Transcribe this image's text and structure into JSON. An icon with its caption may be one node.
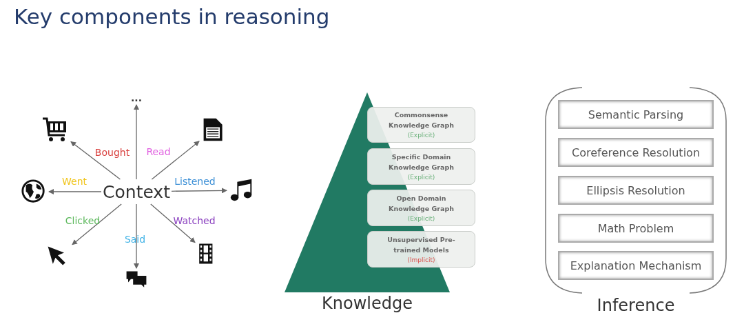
{
  "diagram": {
    "title": "Key components in reasoning",
    "nodes": [
      {
        "text": [
          "Context"
        ]
      },
      {
        "text": [
          "..."
        ]
      },
      {
        "text": [],
        "shape": "icon"
      },
      {
        "text": [],
        "shape": "icon"
      },
      {
        "text": [],
        "shape": "icon"
      },
      {
        "text": [],
        "shape": "icon"
      },
      {
        "text": [],
        "shape": "icon"
      },
      {
        "text": [],
        "shape": "icon"
      },
      {
        "text": [],
        "shape": "icon"
      },
      {
        "text": [
          "Knowledge"
        ]
      },
      {
        "text": [
          "Commonsense Knowledge Graph",
          "(Explicit)"
        ]
      },
      {
        "text": [
          "Specific Domain Knowledge Graph",
          "(Explicit)"
        ]
      },
      {
        "text": [
          "Open Domain Knowledge Graph",
          "(Explicit)"
        ]
      },
      {
        "text": [
          "Unsupervised Pre-trained Models",
          "(Implicit)"
        ]
      },
      {
        "text": [
          "Inference"
        ]
      },
      {
        "text": [
          "Semantic Parsing"
        ],
        "in": 14
      },
      {
        "text": [
          "Coreference Resolution"
        ],
        "in": 14
      },
      {
        "text": [
          "Ellipsis Resolution"
        ],
        "in": 14
      },
      {
        "text": [
          "Math Problem"
        ],
        "in": 14
      },
      {
        "text": [
          "Explanation Mechanism"
        ],
        "in": 14
      }
    ],
    "edges": [
      {
        "from": 0,
        "to": 1,
        "arrow": "to"
      },
      {
        "from": 0,
        "to": 2,
        "arrow": "to",
        "label": "Bought"
      },
      {
        "from": 0,
        "to": 3,
        "arrow": "to",
        "label": "Read"
      },
      {
        "from": 0,
        "to": 4,
        "arrow": "to",
        "label": "Went"
      },
      {
        "from": 0,
        "to": 5,
        "arrow": "to",
        "label": "Listened"
      },
      {
        "from": 0,
        "to": 6,
        "arrow": "to",
        "label": "Clicked"
      },
      {
        "from": 0,
        "to": 7,
        "arrow": "to",
        "label": "Said"
      },
      {
        "from": 0,
        "to": 8,
        "arrow": "to",
        "label": "Watched"
      }
    ]
  }
}
